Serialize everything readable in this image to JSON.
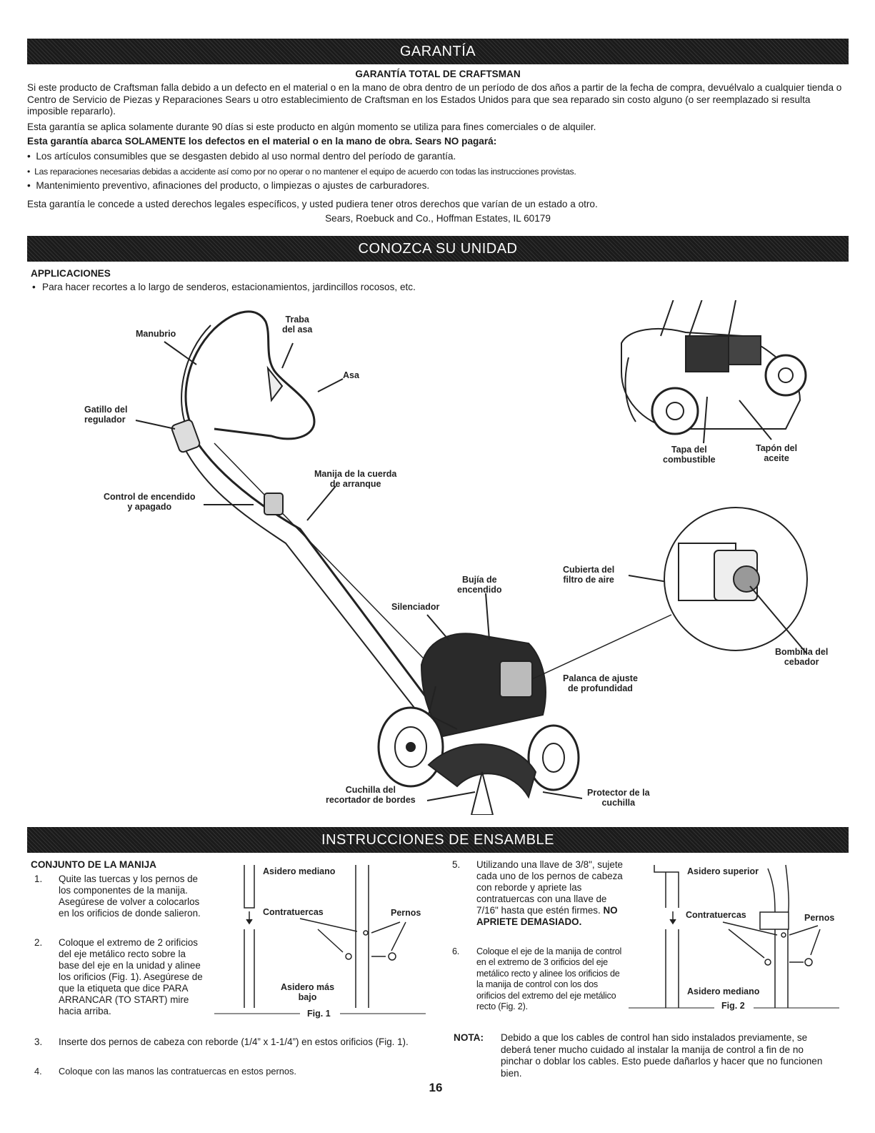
{
  "warranty": {
    "banner": "GARANTÍA",
    "title": "GARANTÍA TOTAL DE CRAFTSMAN",
    "p1": "Si este producto de Craftsman falla debido a un defecto en el material o en la mano de obra dentro de un período de dos años a partir de la fecha de compra, devuélvalo a cualquier tienda o Centro de Servicio de Piezas y Reparaciones Sears u otro establecimiento de Craftsman en los Estados Unidos para que sea reparado sin costo alguno (o ser reemplazado si resulta imposible repararlo).",
    "p2": "Esta garantía se aplica solamente durante 90 días si este producto en algún momento se utiliza para fines comerciales o de alquiler.",
    "p3": "Esta garantía abarca SOLAMENTE los defectos en el material o en la mano de obra. Sears NO pagará:",
    "bullets": [
      "Los artículos consumibles que se desgasten debido al uso normal dentro del período de garantía.",
      "Las reparaciones necesarias debidas a accidente así como por no operar o no mantener el equipo de acuerdo con todas las instrucciones provistas.",
      "Mantenimiento preventivo, afinaciones del producto, o limpiezas o ajustes de carburadores."
    ],
    "p4": "Esta garantía le concede a usted derechos legales específicos, y usted pudiera tener otros derechos que varían de un estado a otro.",
    "address": "Sears, Roebuck and Co., Hoffman Estates, IL 60179"
  },
  "unit": {
    "banner": "CONOZCA SU UNIDAD",
    "apps_title": "APPLICACIONES",
    "apps_bullet": "Para hacer recortes a lo largo de senderos, estacionamientos, jardincillos rocosos, etc.",
    "labels": {
      "manubrio": "Manubrio",
      "traba": "Traba\ndel asa",
      "asa": "Asa",
      "gatillo": "Gatillo del\nregulador",
      "manija_cuerda": "Manija de la cuerda\nde arranque",
      "control": "Control de encendido\ny apagado",
      "tapa": "Tapa del\ncombustible",
      "tapon": "Tapón del\naceite",
      "bujia": "Bujía de\nencendido",
      "filtro": "Cubierta del\nfiltro de aire",
      "silenciador": "Silenciador",
      "bombilla": "Bombilla del\ncebador",
      "palanca": "Palanca de ajuste\nde profundidad",
      "cuchilla": "Cuchilla del\nrecortador de bordes",
      "protector": "Protector de la\ncuchilla"
    }
  },
  "assembly": {
    "banner": "INSTRUCCIONES DE ENSAMBLE",
    "section_title": "CONJUNTO DE LA MANIJA",
    "steps_left": [
      {
        "n": "1.",
        "text": "Quite las tuercas y los pernos de los componentes de la manija. Asegúrese de volver a colocarlos en los orificios de donde salieron."
      },
      {
        "n": "2.",
        "text": "Coloque el extremo de 2 orificios del eje metálico recto sobre la base del eje en la unidad y alinee los orificios (Fig. 1). Asegúrese de que la etiqueta que dice PARA ARRANCAR (TO START) mire hacia arriba."
      },
      {
        "n": "3.",
        "text": "Inserte dos pernos de cabeza con reborde (1/4” x 1-1/4”) en estos orificios (Fig. 1)."
      },
      {
        "n": "4.",
        "text": "Coloque con las manos las contratuercas en estos pernos."
      }
    ],
    "step5": {
      "n": "5.",
      "text": "Utilizando una llave de 3/8\", sujete cada uno de los pernos de cabeza con reborde y apriete las contratuercas con una llave de 7/16\" hasta que estén firmes. ",
      "bold": "NO APRIETE DEMASIADO."
    },
    "step6": {
      "n": "6.",
      "text": "Coloque el eje de la manija de control en el extremo de 3 orificios del eje metálico recto y alinee los orificios de la manija de control con los dos orificios del extremo del eje metálico recto (Fig. 2)."
    },
    "note_label": "NOTA:",
    "note_text": "Debido a que los cables de control han sido instalados previamente, se deberá tener mucho cuidado al instalar la manija de control a fin de no pinchar o doblar los cables. Esto puede dañarlos y hacer que no funcionen bien.",
    "fig1": {
      "asidero_mediano": "Asidero mediano",
      "contratuercas": "Contratuercas",
      "pernos": "Pernos",
      "asidero_bajo": "Asidero más\nbajo",
      "caption": "Fig. 1"
    },
    "fig2": {
      "asidero_superior": "Asidero superior",
      "contratuercas": "Contratuercas",
      "pernos": "Pernos",
      "asidero_mediano": "Asidero mediano",
      "caption": "Fig. 2"
    }
  },
  "page_number": "16"
}
